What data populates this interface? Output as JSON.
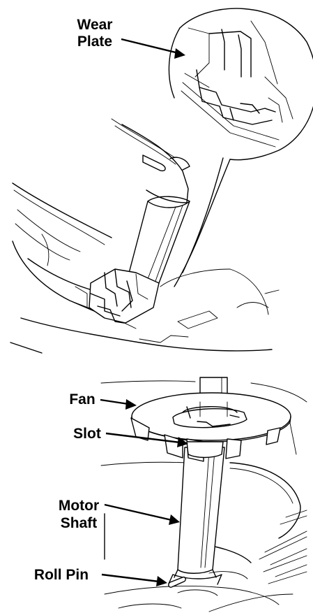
{
  "figure_top": {
    "callouts": [
      {
        "id": "wear-plate",
        "lines": [
          "Wear",
          "Plate"
        ]
      }
    ]
  },
  "figure_bottom": {
    "callouts": [
      {
        "id": "fan",
        "lines": [
          "Fan"
        ]
      },
      {
        "id": "slot",
        "lines": [
          "Slot"
        ]
      },
      {
        "id": "motor-shaft",
        "lines": [
          "Motor",
          "Shaft"
        ]
      },
      {
        "id": "roll-pin",
        "lines": [
          "Roll Pin"
        ]
      }
    ]
  }
}
